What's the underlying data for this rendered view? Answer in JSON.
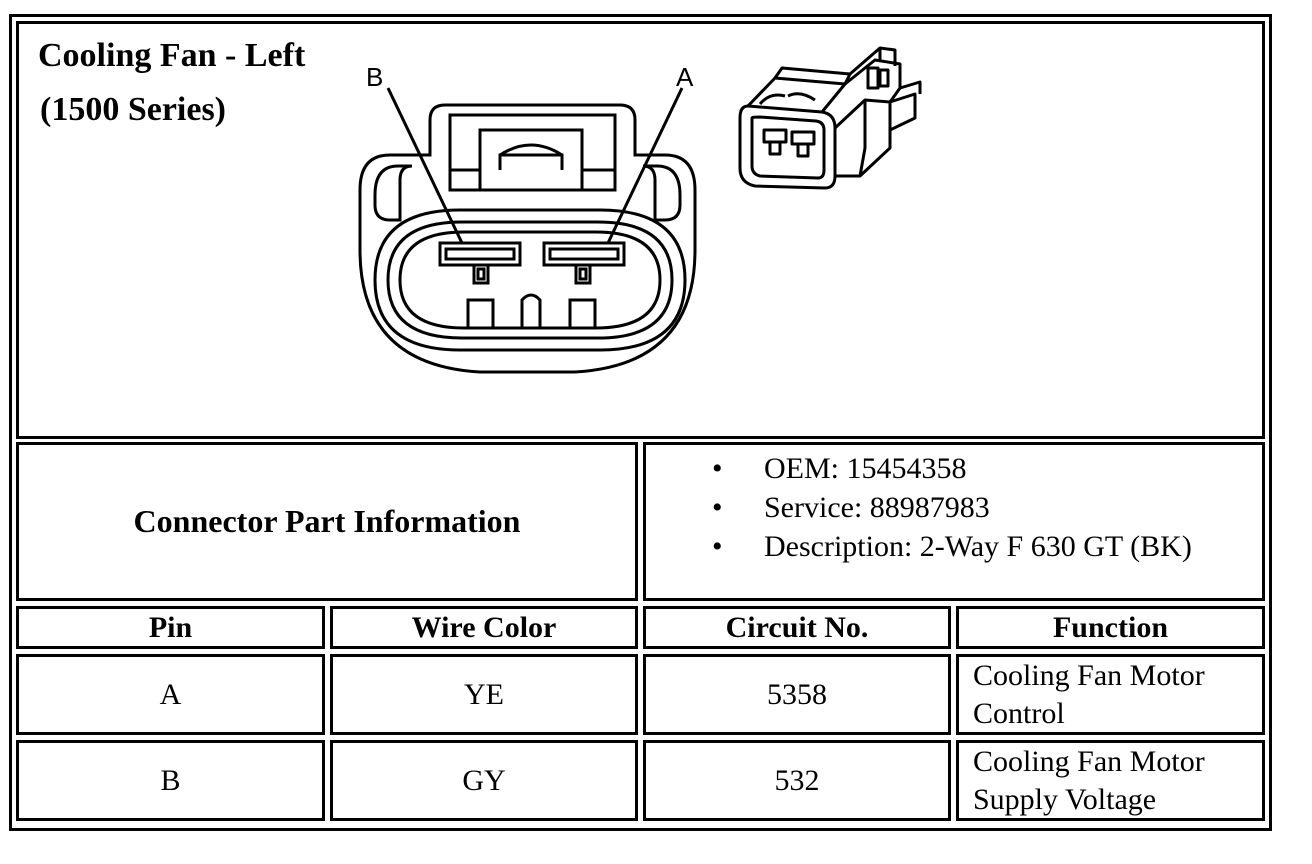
{
  "title": {
    "line1": "Cooling Fan - Left",
    "line2": "(1500 Series)"
  },
  "diagram": {
    "pin_label_b": "B",
    "pin_label_a": "A"
  },
  "connector_info": {
    "label": "Connector Part Information",
    "items": [
      "OEM: 15454358",
      "Service: 88987983",
      "Description: 2-Way F 630 GT (BK)"
    ]
  },
  "table": {
    "headers": [
      "Pin",
      "Wire Color",
      "Circuit No.",
      "Function"
    ],
    "rows": [
      {
        "pin": "A",
        "wire_color": "YE",
        "circuit": "5358",
        "function_line1": "Cooling Fan Motor",
        "function_line2": "Control"
      },
      {
        "pin": "B",
        "wire_color": "GY",
        "circuit": "532",
        "function_line1": "Cooling Fan Motor",
        "function_line2": "Supply Voltage"
      }
    ]
  }
}
